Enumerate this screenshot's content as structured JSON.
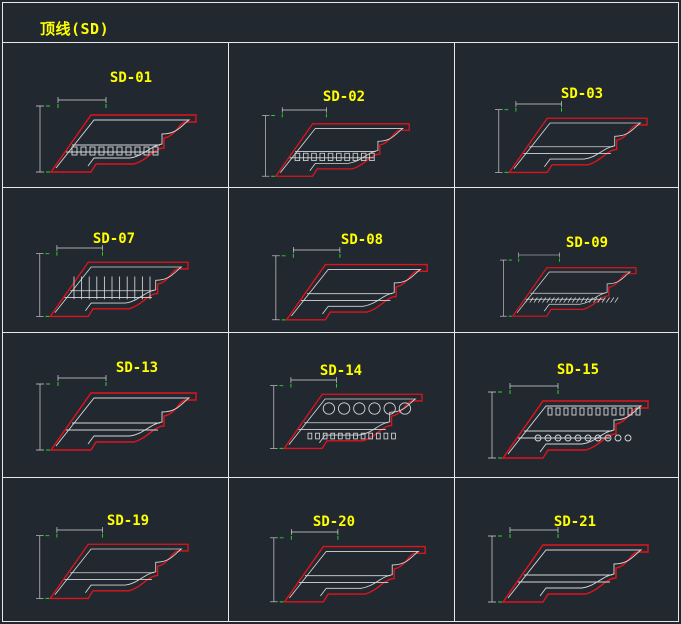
{
  "title": "顶线(SD)",
  "cells": [
    {
      "label": "SD-01",
      "pattern": "dentil"
    },
    {
      "label": "SD-02",
      "pattern": "dentil"
    },
    {
      "label": "SD-03",
      "pattern": "plain"
    },
    {
      "label": "SD-07",
      "pattern": "fluted"
    },
    {
      "label": "SD-08",
      "pattern": "plain"
    },
    {
      "label": "SD-09",
      "pattern": "hatch"
    },
    {
      "label": "SD-13",
      "pattern": "plain"
    },
    {
      "label": "SD-14",
      "pattern": "egg"
    },
    {
      "label": "SD-15",
      "pattern": "beads"
    },
    {
      "label": "SD-19",
      "pattern": "plain"
    },
    {
      "label": "SD-20",
      "pattern": "plain"
    },
    {
      "label": "SD-21",
      "pattern": "plain"
    }
  ]
}
